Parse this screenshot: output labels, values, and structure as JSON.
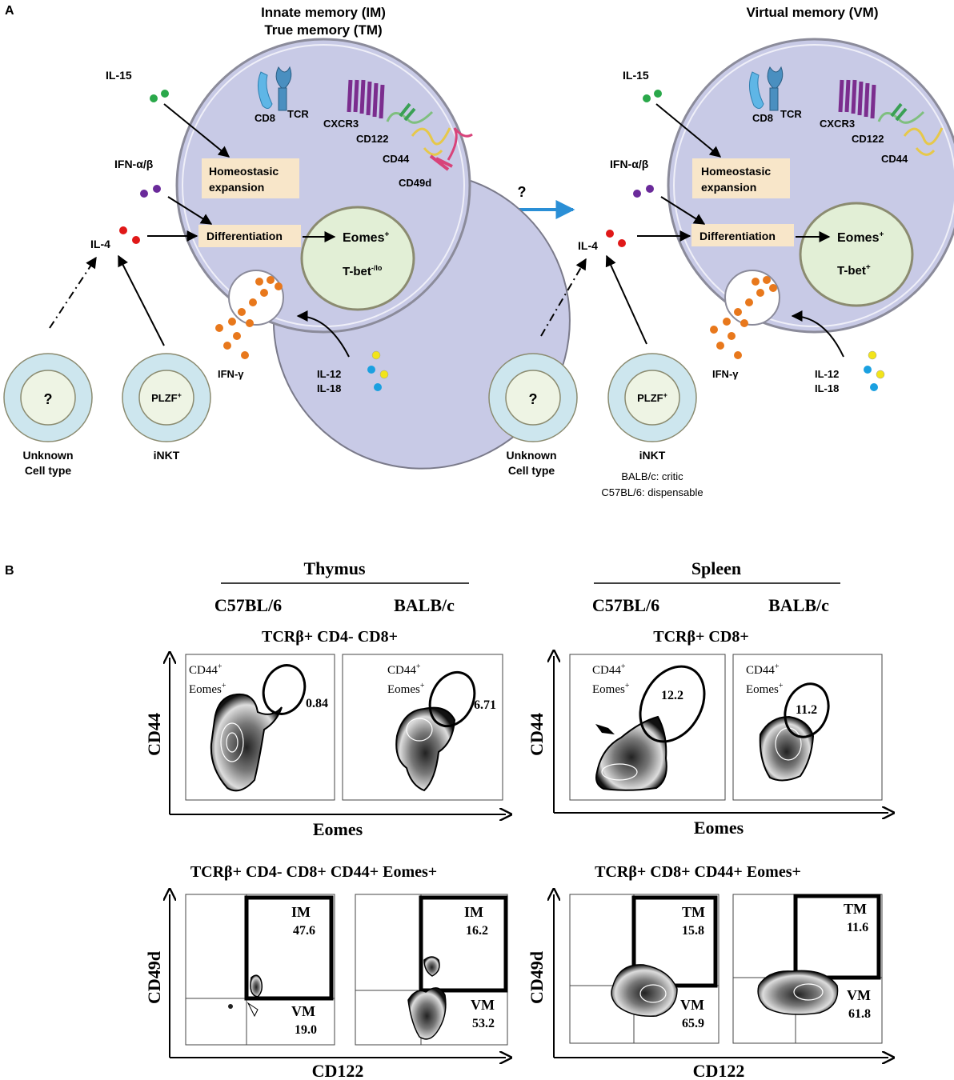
{
  "panelA": {
    "label": "A",
    "left_title_1": "Innate memory (IM)",
    "left_title_2": "True memory (TM)",
    "right_title": "Virtual memory (VM)",
    "arrow_question": "?",
    "il15": "IL-15",
    "ifn_ab": "IFN-α/β",
    "il4": "IL-4",
    "homeostasic_1": "Homeostasic",
    "homeostasic_2": "expansion",
    "differentiation": "Differentiation",
    "eomes": "Eomes",
    "sup_plus": "+",
    "tbet": "T-bet",
    "tbet_left_sup": "-/lo",
    "cd8": "CD8",
    "tcr": "TCR",
    "cxcr3": "CXCR3",
    "cd122": "CD122",
    "cd44": "CD44",
    "cd49d": "CD49d",
    "ifn_g": "IFN-γ",
    "il12": "IL-12",
    "il18": "IL-18",
    "unknown_q": "?",
    "plzf": "PLZF",
    "unknown_1": "Unknown",
    "unknown_2": "Cell type",
    "inkt": "iNKT",
    "balbc_note": "BALB/c: critic",
    "c57_note": "C57BL/6: dispensable"
  },
  "panelB": {
    "label": "B",
    "thymus": "Thymus",
    "spleen": "Spleen",
    "c57": "C57BL/6",
    "balbc": "BALB/c",
    "thymus_gate": "TCRβ+ CD4- CD8+",
    "spleen_gate": "TCRβ+ CD8+",
    "thymus_gate2": "TCRβ+ CD4- CD8+ CD44+ Eomes+",
    "spleen_gate2": "TCRβ+ CD8+ CD44+ Eomes+",
    "cd44_axis": "CD44",
    "eomes_axis": "Eomes",
    "cd49d_axis": "CD49d",
    "cd122_axis": "CD122",
    "gate_cd44": "CD44",
    "gate_eomes": "Eomes",
    "top_plots": [
      {
        "value": "0.84"
      },
      {
        "value": "6.71"
      },
      {
        "value": "12.2"
      },
      {
        "value": "11.2"
      }
    ],
    "bottom_plots": [
      {
        "upper_label": "IM",
        "upper_value": "47.6",
        "lower_label": "VM",
        "lower_value": "19.0"
      },
      {
        "upper_label": "IM",
        "upper_value": "16.2",
        "lower_label": "VM",
        "lower_value": "53.2"
      },
      {
        "upper_label": "TM",
        "upper_value": "15.8",
        "lower_label": "VM",
        "lower_value": "65.9"
      },
      {
        "upper_label": "TM",
        "upper_value": "11.6",
        "lower_label": "VM",
        "lower_value": "61.8"
      }
    ]
  }
}
